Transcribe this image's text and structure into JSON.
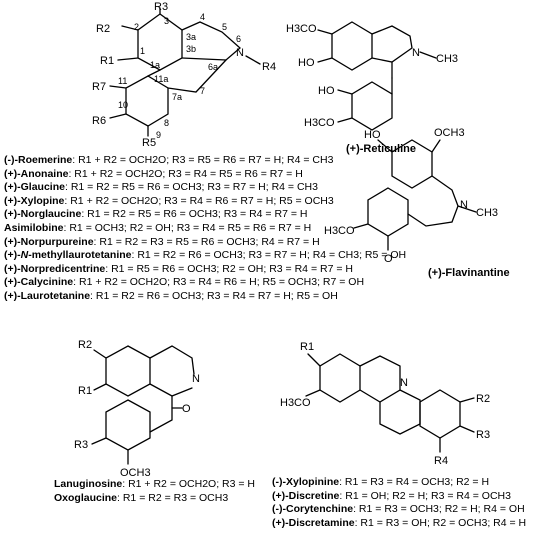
{
  "aporphine": {
    "atom_labels": {
      "r1": "R1",
      "r2": "R2",
      "r3": "R3",
      "r4": "R4",
      "r5": "R5",
      "r6": "R6",
      "r7": "R7",
      "n6": "N",
      "n1": "1",
      "n2": "2",
      "n3": "3",
      "n3a": "3a",
      "n3b": "3b",
      "n4": "4",
      "n5": "5",
      "n6num": "6",
      "n6a": "6a",
      "n7": "7",
      "n7a": "7a",
      "n8": "8",
      "n9": "9",
      "n10": "10",
      "n11": "11",
      "n1a": "1a",
      "n11a": "11a"
    },
    "compounds": [
      {
        "name": "(-)-Roemerine",
        "desc": ": R1 + R2 = OCH2O; R3 = R5 = R6 = R7 = H; R4 = CH3"
      },
      {
        "name": "(+)-Anonaine",
        "desc": ": R1 + R2 = OCH2O; R3 = R4 = R5 = R6 = R7 = H"
      },
      {
        "name": "(+)-Glaucine",
        "desc": ": R1 = R2 = R5 = R6 = OCH3; R3 = R7 = H; R4 = CH3"
      },
      {
        "name": "(+)-Xylopine",
        "desc": ": R1 + R2 = OCH2O; R3 = R4 = R6 = R7 = H; R5 = OCH3"
      },
      {
        "name": "(+)-Norglaucine",
        "desc": ": R1 = R2 = R5 = R6 = OCH3; R3 = R4 = R7 = H"
      },
      {
        "name": "Asimilobine",
        "desc": ": R1 = OCH3; R2 = OH; R3 = R4 = R5 = R6 = R7 = H"
      },
      {
        "name": "(+)-Norpurpureine",
        "desc": ": R1 = R2 = R3 = R5 = R6 = OCH3; R4 = R7 = H"
      },
      {
        "name_pre": "(+)-",
        "name_it": "N",
        "name_post": "-methyllaurotetanine",
        "desc": ": R1 = R2 = R6 = OCH3; R3 = R7 = H; R4 = CH3; R5 = OH"
      },
      {
        "name": "(+)-Norpredicentrine",
        "desc": ": R1 = R5 = R6 = OCH3; R2 = OH; R3 = R4 = R7 = H"
      },
      {
        "name": "(+)-Calycinine",
        "desc": ": R1 + R2 = OCH2O; R3 = R4 = R6 = H; R5 = OCH3; R7 = OH"
      },
      {
        "name": "(+)-Laurotetanine",
        "desc": ": R1 = R2 = R6 = OCH3; R3 = R4 = R7 = H; R5 = OH"
      }
    ]
  },
  "reticuline": {
    "labels": {
      "och3_top": "H3CO",
      "oh": "HO",
      "n": "N",
      "ch3": "CH3",
      "oh2": "HO",
      "och3_bot": "H3CO"
    },
    "name": "(+)-Reticuline"
  },
  "flavinantine": {
    "labels": {
      "oh": "HO",
      "och3_top": "OCH3",
      "n": "N",
      "ch3": "CH3",
      "och3_left": "H3CO",
      "o": "O"
    },
    "name": "(+)-Flavinantine"
  },
  "oxoaporphine": {
    "labels": {
      "r2": "R2",
      "r1": "R1",
      "n": "N",
      "o": "O",
      "r3": "R3",
      "och3": "OCH3"
    },
    "compounds": [
      {
        "name": "Lanuginosine",
        "desc": ": R1 + R2 = OCH2O; R3 = H"
      },
      {
        "name": "Oxoglaucine",
        "desc": ": R1 = R2 = R3 = OCH3"
      }
    ]
  },
  "protoberberine": {
    "labels": {
      "r1": "R1",
      "och3": "H3CO",
      "n": "N",
      "r2": "R2",
      "r3": "R3",
      "r4": "R4"
    },
    "compounds": [
      {
        "name": "(-)-Xylopinine",
        "desc": ": R1 = R3 = R4 = OCH3; R2 = H"
      },
      {
        "name": "(+)-Discretine",
        "desc": ": R1 = OH; R2 = H; R3 = R4 = OCH3"
      },
      {
        "name": "(-)-Corytenchine",
        "desc": ": R1 = R3 = OCH3; R2 = H; R4 = OH"
      },
      {
        "name": "(+)-Discretamine",
        "desc": ": R1 = R3 = OH; R2 = OCH3; R4 = H"
      }
    ]
  }
}
